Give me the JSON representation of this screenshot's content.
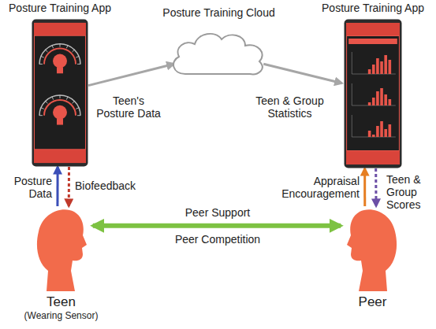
{
  "diagram": {
    "nodes": [
      {
        "text": [
          "Posture Training App"
        ]
      },
      {
        "text": [
          "Posture Training Cloud"
        ]
      },
      {
        "text": [
          "Posture Training App"
        ]
      },
      {
        "text": [
          "Teen",
          "(Wearing Sensor)"
        ]
      },
      {
        "text": [
          "Peer"
        ]
      }
    ],
    "edges": [
      {
        "from": 0,
        "to": 1,
        "label": "Teen's Posture Data",
        "arrow": "to"
      },
      {
        "from": 1,
        "to": 2,
        "label": "Teen & Group Statistics",
        "arrow": "to"
      },
      {
        "from": 3,
        "to": 0,
        "label": "Posture Data",
        "arrow": "to"
      },
      {
        "from": 0,
        "to": 3,
        "label": "Biofeedback",
        "arrow": "to"
      },
      {
        "from": 4,
        "to": 2,
        "label": "Appraisal Encouragement",
        "arrow": "to"
      },
      {
        "from": 2,
        "to": 4,
        "label": "Teen & Group Scores",
        "arrow": "to"
      },
      {
        "from": 3,
        "to": 4,
        "label": "Peer Support",
        "arrow": "both"
      }
    ],
    "labels": [
      "Peer Competition"
    ]
  }
}
